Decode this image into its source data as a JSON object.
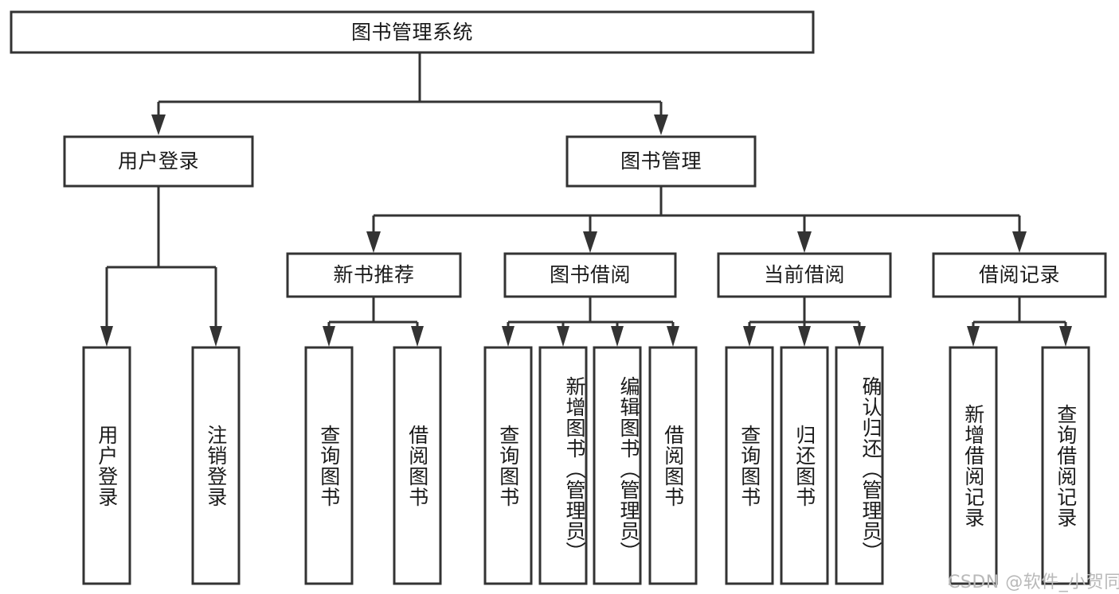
{
  "diagram": {
    "type": "tree-hierarchy",
    "title": "图书管理系统",
    "orientation": "top-down",
    "colors": {
      "box_fill": "#ffffff",
      "box_stroke": "#333333",
      "text": "#1a1a1a",
      "background": "#ffffff",
      "watermark": "#b9b9b9"
    },
    "levels": [
      {
        "level": 1,
        "nodes": [
          {
            "id": "root",
            "label": "图书管理系统",
            "orientation": "horizontal"
          }
        ]
      },
      {
        "level": 2,
        "nodes": [
          {
            "id": "user-login",
            "label": "用户登录",
            "orientation": "horizontal",
            "parent": "root"
          },
          {
            "id": "book-manage",
            "label": "图书管理",
            "orientation": "horizontal",
            "parent": "root"
          }
        ]
      },
      {
        "level": 3,
        "nodes": [
          {
            "id": "new-book-rec",
            "label": "新书推荐",
            "orientation": "horizontal",
            "parent": "book-manage"
          },
          {
            "id": "book-borrow",
            "label": "图书借阅",
            "orientation": "horizontal",
            "parent": "book-manage"
          },
          {
            "id": "current-borrow",
            "label": "当前借阅",
            "orientation": "horizontal",
            "parent": "book-manage"
          },
          {
            "id": "borrow-record",
            "label": "借阅记录",
            "orientation": "horizontal",
            "parent": "book-manage"
          }
        ]
      },
      {
        "level": 4,
        "nodes": [
          {
            "id": "leaf-user-login",
            "label": "用户登录",
            "orientation": "vertical",
            "parent": "user-login",
            "align": "center"
          },
          {
            "id": "leaf-user-logout",
            "label": "注销登录",
            "orientation": "vertical",
            "parent": "user-login",
            "align": "center"
          },
          {
            "id": "leaf-query-book-1",
            "label": "查询图书",
            "orientation": "vertical",
            "parent": "new-book-rec",
            "align": "center"
          },
          {
            "id": "leaf-borrow-book-1",
            "label": "借阅图书",
            "orientation": "vertical",
            "parent": "new-book-rec",
            "align": "center"
          },
          {
            "id": "leaf-query-book-2",
            "label": "查询图书",
            "orientation": "vertical",
            "parent": "book-borrow",
            "align": "center"
          },
          {
            "id": "leaf-add-book",
            "label": "新增图书（管理员）",
            "orientation": "vertical",
            "parent": "book-borrow",
            "align": "top"
          },
          {
            "id": "leaf-edit-book",
            "label": "编辑图书（管理员）",
            "orientation": "vertical",
            "parent": "book-borrow",
            "align": "top"
          },
          {
            "id": "leaf-borrow-book-2",
            "label": "借阅图书",
            "orientation": "vertical",
            "parent": "book-borrow",
            "align": "center"
          },
          {
            "id": "leaf-query-book-3",
            "label": "查询图书",
            "orientation": "vertical",
            "parent": "current-borrow",
            "align": "center"
          },
          {
            "id": "leaf-return-book",
            "label": "归还图书",
            "orientation": "vertical",
            "parent": "current-borrow",
            "align": "center"
          },
          {
            "id": "leaf-confirm-return",
            "label": "确认归还（管理员）",
            "orientation": "vertical",
            "parent": "current-borrow",
            "align": "top"
          },
          {
            "id": "leaf-add-record",
            "label": "新增借阅记录",
            "orientation": "vertical",
            "parent": "borrow-record",
            "align": "center"
          },
          {
            "id": "leaf-query-record",
            "label": "查询借阅记录",
            "orientation": "vertical",
            "parent": "borrow-record",
            "align": "center"
          }
        ]
      }
    ],
    "watermark": "CSDN @软件_小贺同学"
  }
}
